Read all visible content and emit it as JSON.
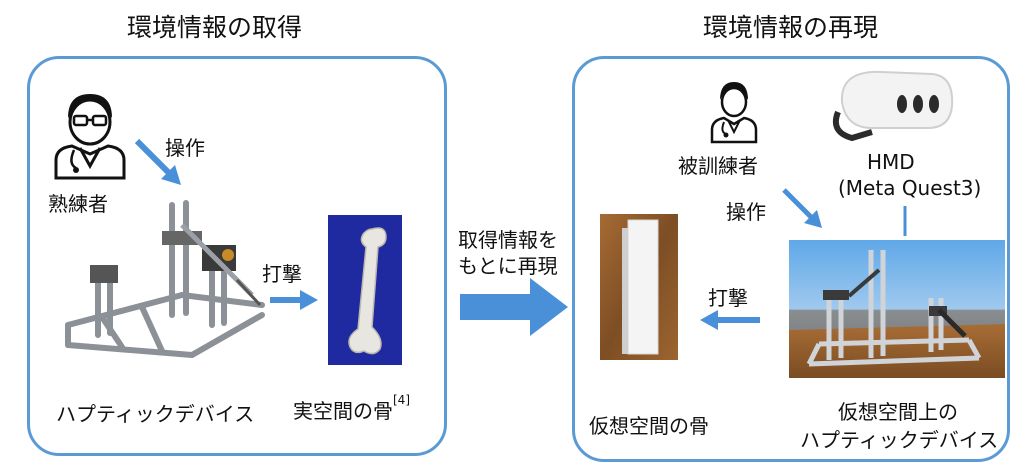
{
  "left": {
    "title": "環境情報の取得",
    "expert_label": "熟練者",
    "operate_label": "操作",
    "strike_label": "打撃",
    "device_label": "ハプティックデバイス",
    "real_bone_label": "実空間の骨",
    "citation": "[4]"
  },
  "middle": {
    "line1": "取得情報を",
    "line2": "もとに再現"
  },
  "right": {
    "title": "環境情報の再現",
    "trainee_label": "被訓練者",
    "operate_label": "操作",
    "strike_label": "打撃",
    "hmd_line1": "HMD",
    "hmd_line2": "(Meta Quest3)",
    "virtual_bone_label": "仮想空間の骨",
    "virtual_device_line1": "仮想空間上の",
    "virtual_device_line2": "ハプティックデバイス"
  },
  "colors": {
    "accent": "#5b9bd5",
    "arrow": "#4a90d9",
    "bone_bg": "#1f2aa0",
    "wood": "#8a5a2b"
  }
}
